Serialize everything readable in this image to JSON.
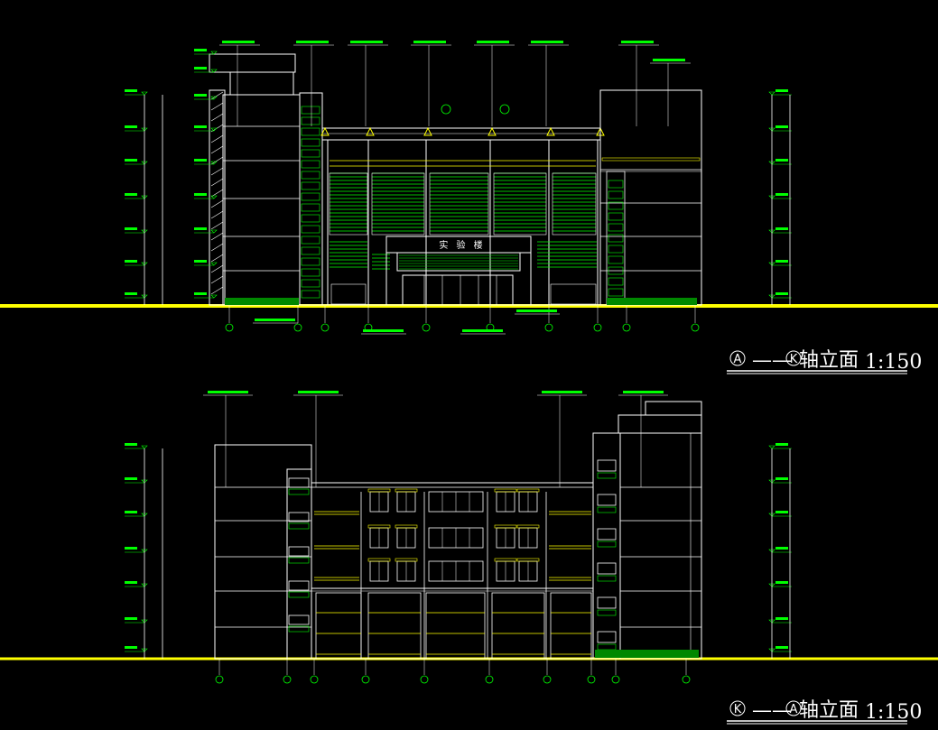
{
  "titles": {
    "upper": {
      "from": "A",
      "sep": "——",
      "to": "K",
      "suffix": "轴立面",
      "scale": "1:150"
    },
    "lower": {
      "from": "K",
      "sep": "——",
      "to": "A",
      "suffix": "轴立面",
      "scale": "1:150"
    }
  },
  "building_sign": "实 验 楼",
  "colors": {
    "background": "#000000",
    "ground": "#ffff00",
    "building": "#ffffff",
    "annotation": "#00ff00",
    "leader": "#ffffff",
    "window_fill": "#008800",
    "accent": "#ffff00",
    "floor": "#ff00ff"
  },
  "icons": [
    "axis-bubble-icon",
    "elevation-mark-icon"
  ]
}
